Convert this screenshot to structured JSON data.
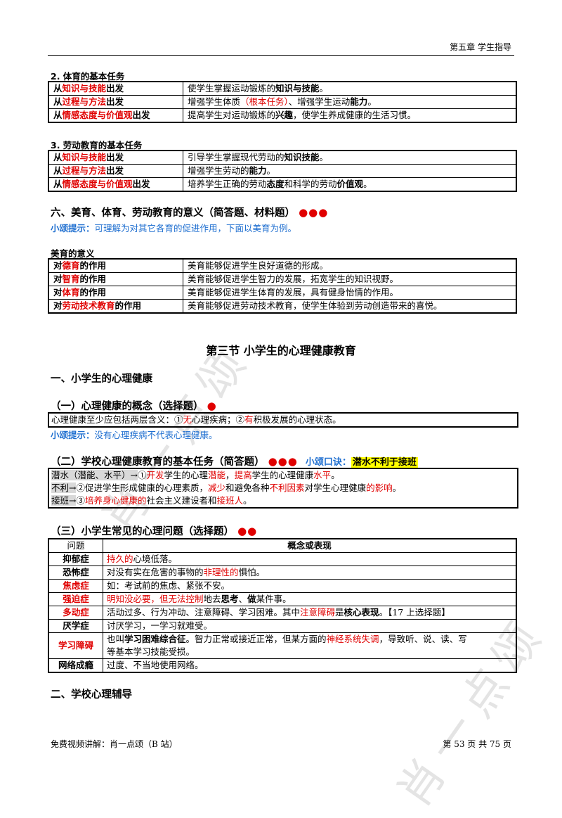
{
  "header": {
    "chapter": "第五章  学生指导"
  },
  "pe": {
    "title": "2. 体育的基本任务",
    "rows": [
      {
        "prefix": "从",
        "key": "知识与技能",
        "suffix": "出发",
        "desc_a": "使学生掌握运动锻炼的",
        "desc_b": "知识与技能",
        "desc_c": "。"
      },
      {
        "prefix": "从",
        "key": "过程与方法",
        "suffix": "出发",
        "desc_a": "增强学生体质",
        "desc_red": "（根本任务）",
        "desc_c": "、增强学生运动",
        "desc_b": "能力",
        "desc_d": "。"
      },
      {
        "prefix": "从",
        "key": "情感态度与价值观",
        "suffix": "出发",
        "desc_a": "提高学生对运动锻炼的",
        "desc_b": "兴趣",
        "desc_c": "，使学生养成健康的生活习惯。"
      }
    ]
  },
  "labor": {
    "title": "3. 劳动教育的基本任务",
    "rows": [
      {
        "prefix": "从",
        "key": "知识与技能",
        "suffix": "出发",
        "desc_a": "引导学生掌握现代劳动的",
        "desc_b": "知识技能",
        "desc_c": "。"
      },
      {
        "prefix": "从",
        "key": "过程与方法",
        "suffix": "出发",
        "desc_a": "增强学生劳动的",
        "desc_b": "能力",
        "desc_c": "。"
      },
      {
        "prefix": "从",
        "key": "情感态度与价值观",
        "suffix": "出发",
        "desc_a": "培养学生正确的劳动",
        "desc_b": "态度",
        "desc_c": "和科学的劳动",
        "desc_d": "价值观",
        "desc_e": "。"
      }
    ]
  },
  "sec6": {
    "title": "六、美育、体育、劳动教育的意义（简答题、材料题）",
    "dots": "●●●",
    "tip_label": "小颂提示：",
    "tip_text": "可理解为对其它各育的促进作用，下面以美育为例。"
  },
  "aesthetic": {
    "title": "美育的意义",
    "rows": [
      {
        "prefix": "对",
        "key": "德育",
        "suffix": "的作用",
        "desc": "美育能够促进学生良好道德的形成。"
      },
      {
        "prefix": "对",
        "key": "智育",
        "suffix": "的作用",
        "desc": "美育能够促进学生智力的发展，拓宽学生的知识视野。"
      },
      {
        "prefix": "对",
        "key": "体育",
        "suffix": "的作用",
        "desc": "美育能够促进学生体育的发展，具有健身怡情的作用。"
      },
      {
        "prefix": "对",
        "key": "劳动技术教育",
        "suffix": "的作用",
        "desc": "美育能够促进劳动技术教育，使学生体验到劳动创造带来的喜悦。"
      }
    ]
  },
  "section3": {
    "title": "第三节  小学生的心理健康教育"
  },
  "s1": {
    "title": "一、小学生的心理健康"
  },
  "concept": {
    "title": "（一）心理健康的概念（选择题）",
    "dots": "●",
    "line_a": "心理健康至少应包括两层含义：①",
    "red1": "无",
    "line_b": "心理疾病；②",
    "red2": "有",
    "line_c": "积极发展的心理状态。",
    "tip_label": "小颂提示：",
    "tip_text": "没有心理疾病不代表心理健康。"
  },
  "tasks": {
    "title": "（二）学校心理健康教育的基本任务（简答题）",
    "dots": "●●●",
    "mnemonic_label": "小颂口诀：",
    "mnemonic": "潜水不利于接班",
    "l1_gray": "潜水（潜能、水平）→",
    "l1_a": "①",
    "l1_r1": "开发",
    "l1_b": "学生的心理",
    "l1_r2": "潜能",
    "l1_c": "，",
    "l1_r3": "提高",
    "l1_d": "学生的心理健康",
    "l1_r4": "水平",
    "l1_e": "。",
    "l2_gray": "不利→",
    "l2_a": "②促进学生形成健康的心理素质，",
    "l2_r1": "减少",
    "l2_b": "和避免各种",
    "l2_r2": "不利因素",
    "l2_c": "对学生心理健康",
    "l2_r3": "的影响",
    "l2_d": "。",
    "l3_gray": "接班→",
    "l3_a": "③",
    "l3_r1": "培养身心健康的",
    "l3_b": "社会主义建设者和",
    "l3_r2": "接班人",
    "l3_c": "。"
  },
  "problems": {
    "title": "（三）小学生常见的心理问题（选择题）",
    "dots": "●●",
    "col1": "问题",
    "col2": "概念或表现",
    "r1_name": "抑郁症",
    "r1_red": "持久的",
    "r1_text": "心境低落。",
    "r2_name": "恐怖症",
    "r2_a": "对没有实在危害的事物的",
    "r2_red": "非理性的",
    "r2_b": "惧怕。",
    "r3_name": "焦虑症",
    "r3_text": "如：考试前的焦虑、紧张不安。",
    "r4_name": "强迫症",
    "r4_red": "明知没必要，但无法控制",
    "r4_a": "地去",
    "r4_b1": "思考",
    "r4_sep": "、",
    "r4_b2": "做",
    "r4_c": "某件事。",
    "r5_name": "多动症",
    "r5_a": "活动过多、行为冲动、注意障碍、学习困难。其中",
    "r5_red": "注意障碍",
    "r5_b": "是",
    "r5_bold": "核心表现",
    "r5_c": "。【17 上选择题】",
    "r6_name": "厌学症",
    "r6_text": "讨厌学习，一学习就难受。",
    "r7_name": "学习障碍",
    "r7_a": "也叫",
    "r7_bold": "学习困难综合征",
    "r7_b": "。智力正常或接近正常，但某方面的",
    "r7_red": "神经系统失调",
    "r7_c": "，导致听、说、读、写",
    "r7_line2": "等基本学习技能受损。",
    "r8_name": "网络成瘾",
    "r8_text": "过度、不当地使用网络。"
  },
  "s2": {
    "title": "二、学校心理辅导"
  },
  "footer": {
    "left": "免费视频讲解：肖一点颂（B 站）",
    "right": "第 53 页 共 75 页"
  },
  "watermark": {
    "a": "肖一点颂",
    "b": "肖一点颂"
  }
}
